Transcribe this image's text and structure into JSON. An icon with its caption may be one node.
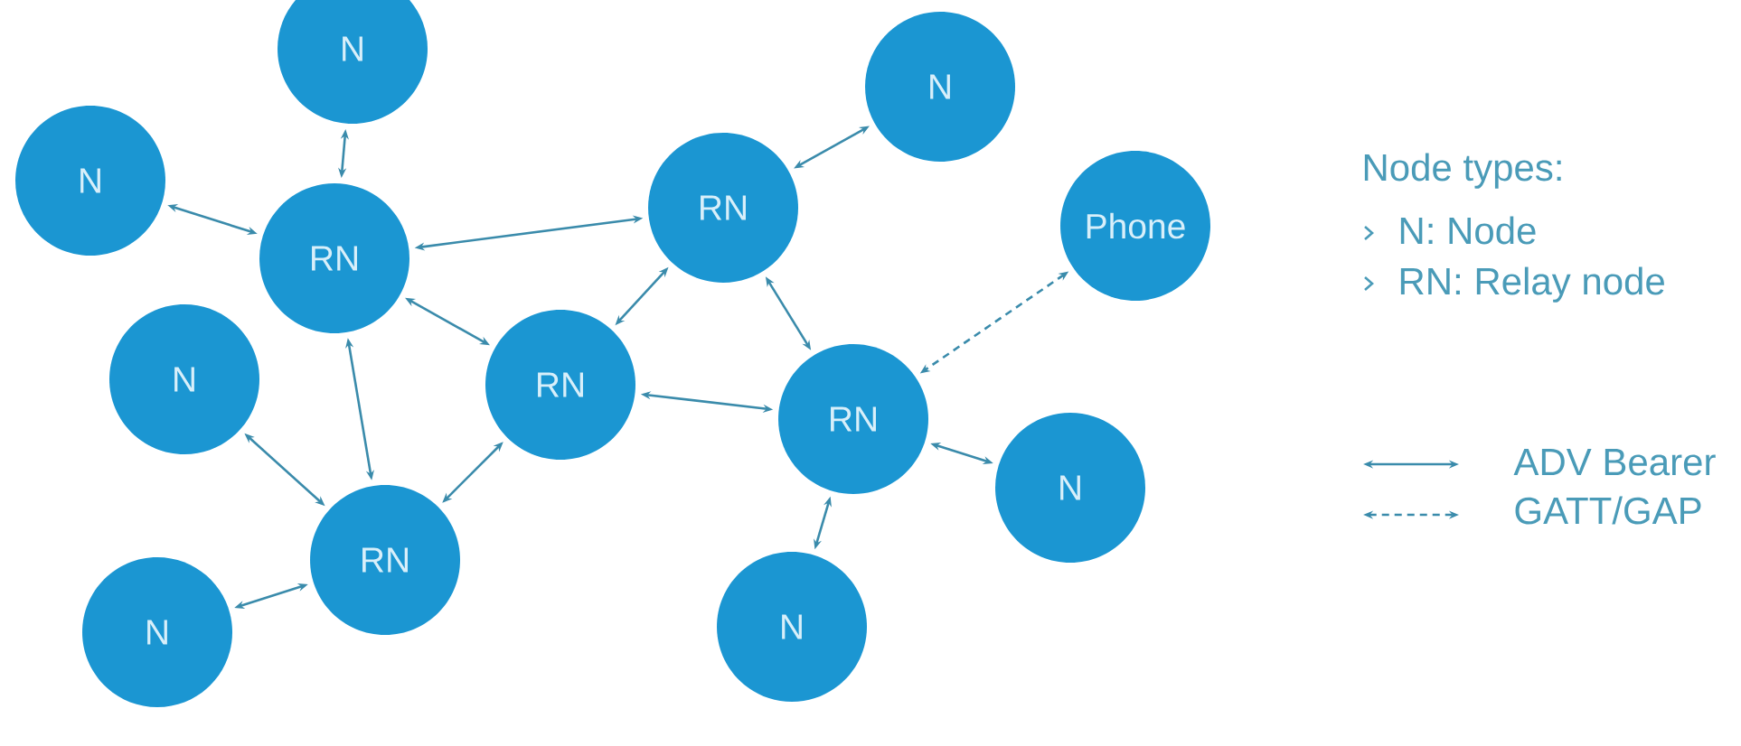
{
  "diagram": {
    "nodes": [
      {
        "text": [
          "N"
        ]
      },
      {
        "text": [
          "N"
        ]
      },
      {
        "text": [
          "N"
        ]
      },
      {
        "text": [
          "RN"
        ]
      },
      {
        "text": [
          "Phone"
        ]
      },
      {
        "text": [
          "RN"
        ]
      },
      {
        "text": [
          "N"
        ]
      },
      {
        "text": [
          "RN"
        ]
      },
      {
        "text": [
          "RN"
        ]
      },
      {
        "text": [
          "N"
        ]
      },
      {
        "text": [
          "RN"
        ]
      },
      {
        "text": [
          "N"
        ]
      },
      {
        "text": [
          "N"
        ]
      }
    ],
    "edges": [
      {
        "from": 0,
        "to": 5,
        "arrow": "both"
      },
      {
        "from": 2,
        "to": 5,
        "arrow": "both"
      },
      {
        "from": 5,
        "to": 3,
        "arrow": "both"
      },
      {
        "from": 3,
        "to": 1,
        "arrow": "both"
      },
      {
        "from": 5,
        "to": 7,
        "arrow": "both"
      },
      {
        "from": 5,
        "to": 10,
        "arrow": "both"
      },
      {
        "from": 3,
        "to": 7,
        "arrow": "both"
      },
      {
        "from": 3,
        "to": 8,
        "arrow": "both"
      },
      {
        "from": 4,
        "to": 8,
        "arrow": "both",
        "style": "dashed"
      },
      {
        "from": 6,
        "to": 10,
        "arrow": "both"
      },
      {
        "from": 7,
        "to": 8,
        "arrow": "both"
      },
      {
        "from": 7,
        "to": 10,
        "arrow": "both"
      },
      {
        "from": 8,
        "to": 9,
        "arrow": "both"
      },
      {
        "from": 8,
        "to": 11,
        "arrow": "both"
      },
      {
        "from": 12,
        "to": 10,
        "arrow": "both"
      }
    ],
    "labels": [
      "Node types:",
      "N: Node",
      "RN: Relay node"
    ],
    "legend": [
      {
        "text": "ADV Bearer"
      },
      {
        "text": "GATT/GAP"
      }
    ]
  }
}
